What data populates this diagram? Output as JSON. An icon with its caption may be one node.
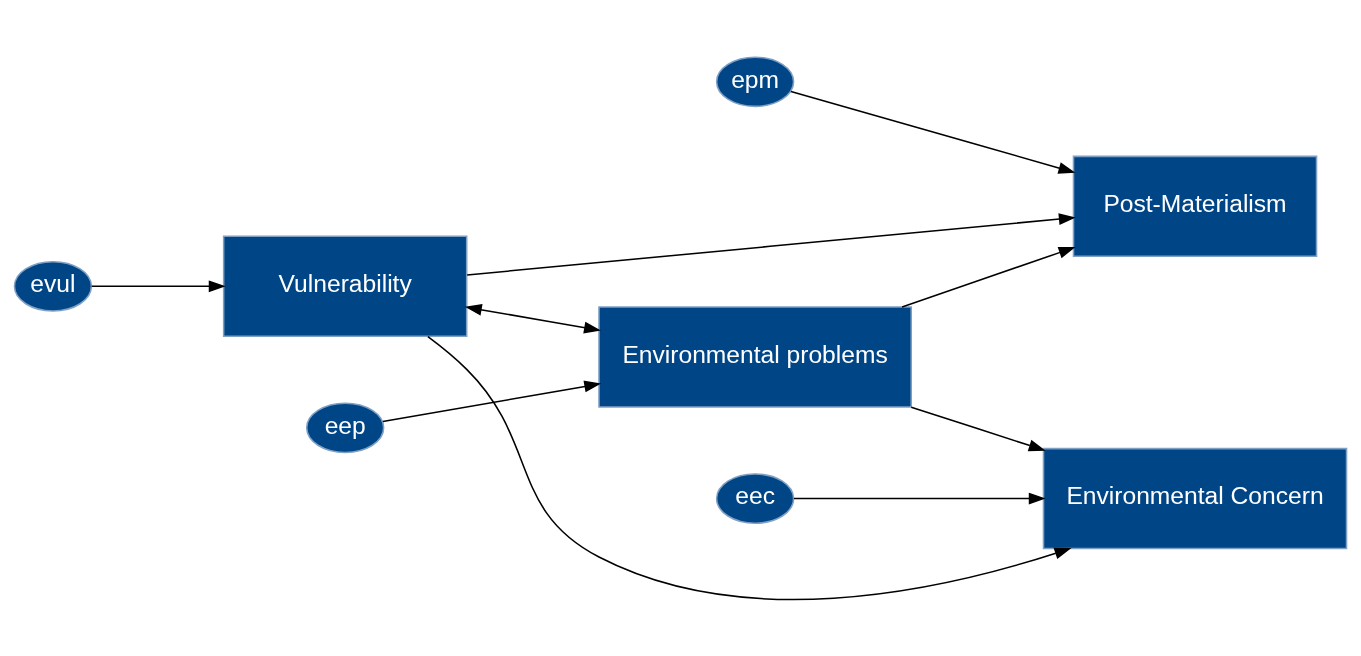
{
  "diagram": {
    "nodes": [
      {
        "text": [
          "eep"
        ]
      },
      {
        "text": [
          "Environmental problems"
        ]
      },
      {
        "text": [
          "evul"
        ]
      },
      {
        "text": [
          "Vulnerability"
        ]
      },
      {
        "text": [
          "Environmental Concern"
        ]
      },
      {
        "text": [
          "eec"
        ]
      },
      {
        "text": [
          "Post-Materialism"
        ]
      },
      {
        "text": [
          "epm"
        ]
      }
    ],
    "edges": [
      {
        "from": 0,
        "to": 1,
        "arrow": "to"
      },
      {
        "from": 3,
        "to": 1,
        "arrow": "both"
      },
      {
        "from": 2,
        "to": 3,
        "arrow": "to"
      },
      {
        "from": 1,
        "to": 4,
        "arrow": "to"
      },
      {
        "from": 1,
        "to": 6,
        "arrow": "to"
      },
      {
        "from": 3,
        "to": 4,
        "arrow": "to"
      },
      {
        "from": 3,
        "to": 6,
        "arrow": "to"
      },
      {
        "from": 5,
        "to": 4,
        "arrow": "to"
      },
      {
        "from": 7,
        "to": 6,
        "arrow": "to"
      }
    ]
  }
}
